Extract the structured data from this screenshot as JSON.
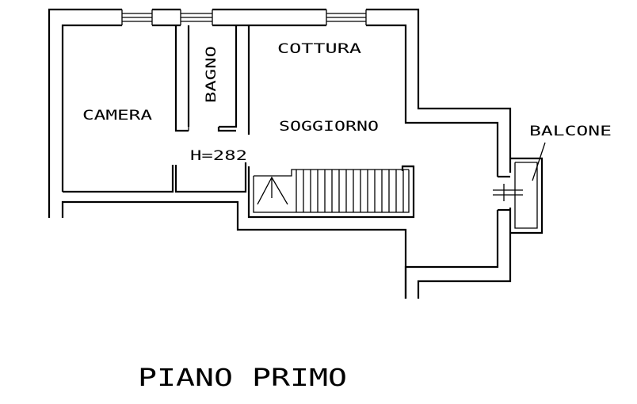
{
  "rooms": {
    "camera": "CAMERA",
    "bagno": "BAGNO",
    "cottura": "COTTURA",
    "soggiorno": "SOGGIORNO",
    "balcone": "BALCONE"
  },
  "height_note": "H=282",
  "floor_title": "PIANO PRIMO",
  "colors": {
    "ink": "#000000",
    "background": "#ffffff"
  }
}
